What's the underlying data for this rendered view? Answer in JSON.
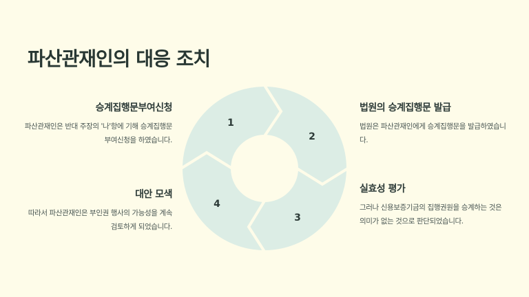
{
  "title": "파산관재인의 대응 조치",
  "steps": [
    {
      "number": "1",
      "heading": "승계집행문부여신청",
      "body": "파산관재인은 반대 주장의 '나'항에 기해 승계집행문부여신청을 하였습니다."
    },
    {
      "number": "2",
      "heading": "법원의 승계집행문 발급",
      "body": "법원은 파산관재인에게 승계집행문을 발급하였습니다."
    },
    {
      "number": "3",
      "heading": "실효성 평가",
      "body": "그러나 신용보증기금의 집행권원을 승계하는 것은 의미가 없는 것으로 판단되었습니다."
    },
    {
      "number": "4",
      "heading": "대안 모색",
      "body": "따라서 파산관재인은 부인권 행사의 가능성을 계속 검토하게 되었습니다."
    }
  ],
  "colors": {
    "background": "#fefce9",
    "segment": "#dcede5",
    "text": "#2d3b38"
  }
}
